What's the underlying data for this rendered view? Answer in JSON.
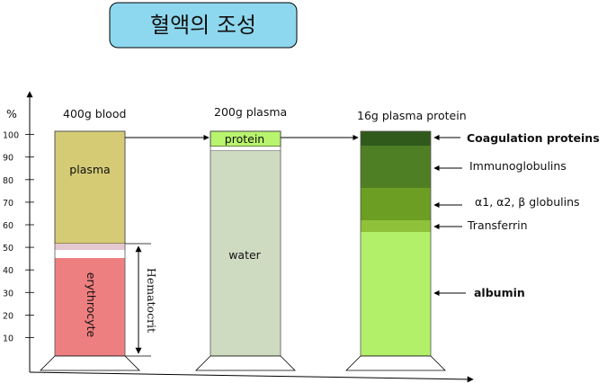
{
  "title": "혈액의 조성",
  "axis": {
    "unit_label": "%",
    "ticks": [
      "10",
      "20",
      "30",
      "40",
      "50",
      "60",
      "70",
      "80",
      "90",
      "100"
    ]
  },
  "columns": {
    "blood": {
      "header": "400g blood",
      "plasma_label": "plasma",
      "cell_label": "erythrocyte",
      "side_label": "Hematocrit"
    },
    "plasma": {
      "header": "200g plasma",
      "protein_label": "protein",
      "water_label": "water"
    },
    "protein": {
      "header": "16g plasma protein",
      "components": [
        {
          "label": "Coagulation proteins",
          "color": "#2f5a1c"
        },
        {
          "label": "Immunoglobulins",
          "color": "#4f7f25"
        },
        {
          "label": "α1, α2, β globulins",
          "color": "#6c9e23"
        },
        {
          "label": "Transferrin",
          "color": "#8fc23a"
        },
        {
          "label": "albumin",
          "color": "#b2f06a"
        }
      ]
    }
  },
  "colors": {
    "title_box": "#8ed8ef",
    "plasma": "#d5cb75",
    "erythrocyte": "#ee7f80",
    "buffy": "#e5c7cf",
    "water": "#cfdbc1",
    "protein": "#b8f46e"
  }
}
